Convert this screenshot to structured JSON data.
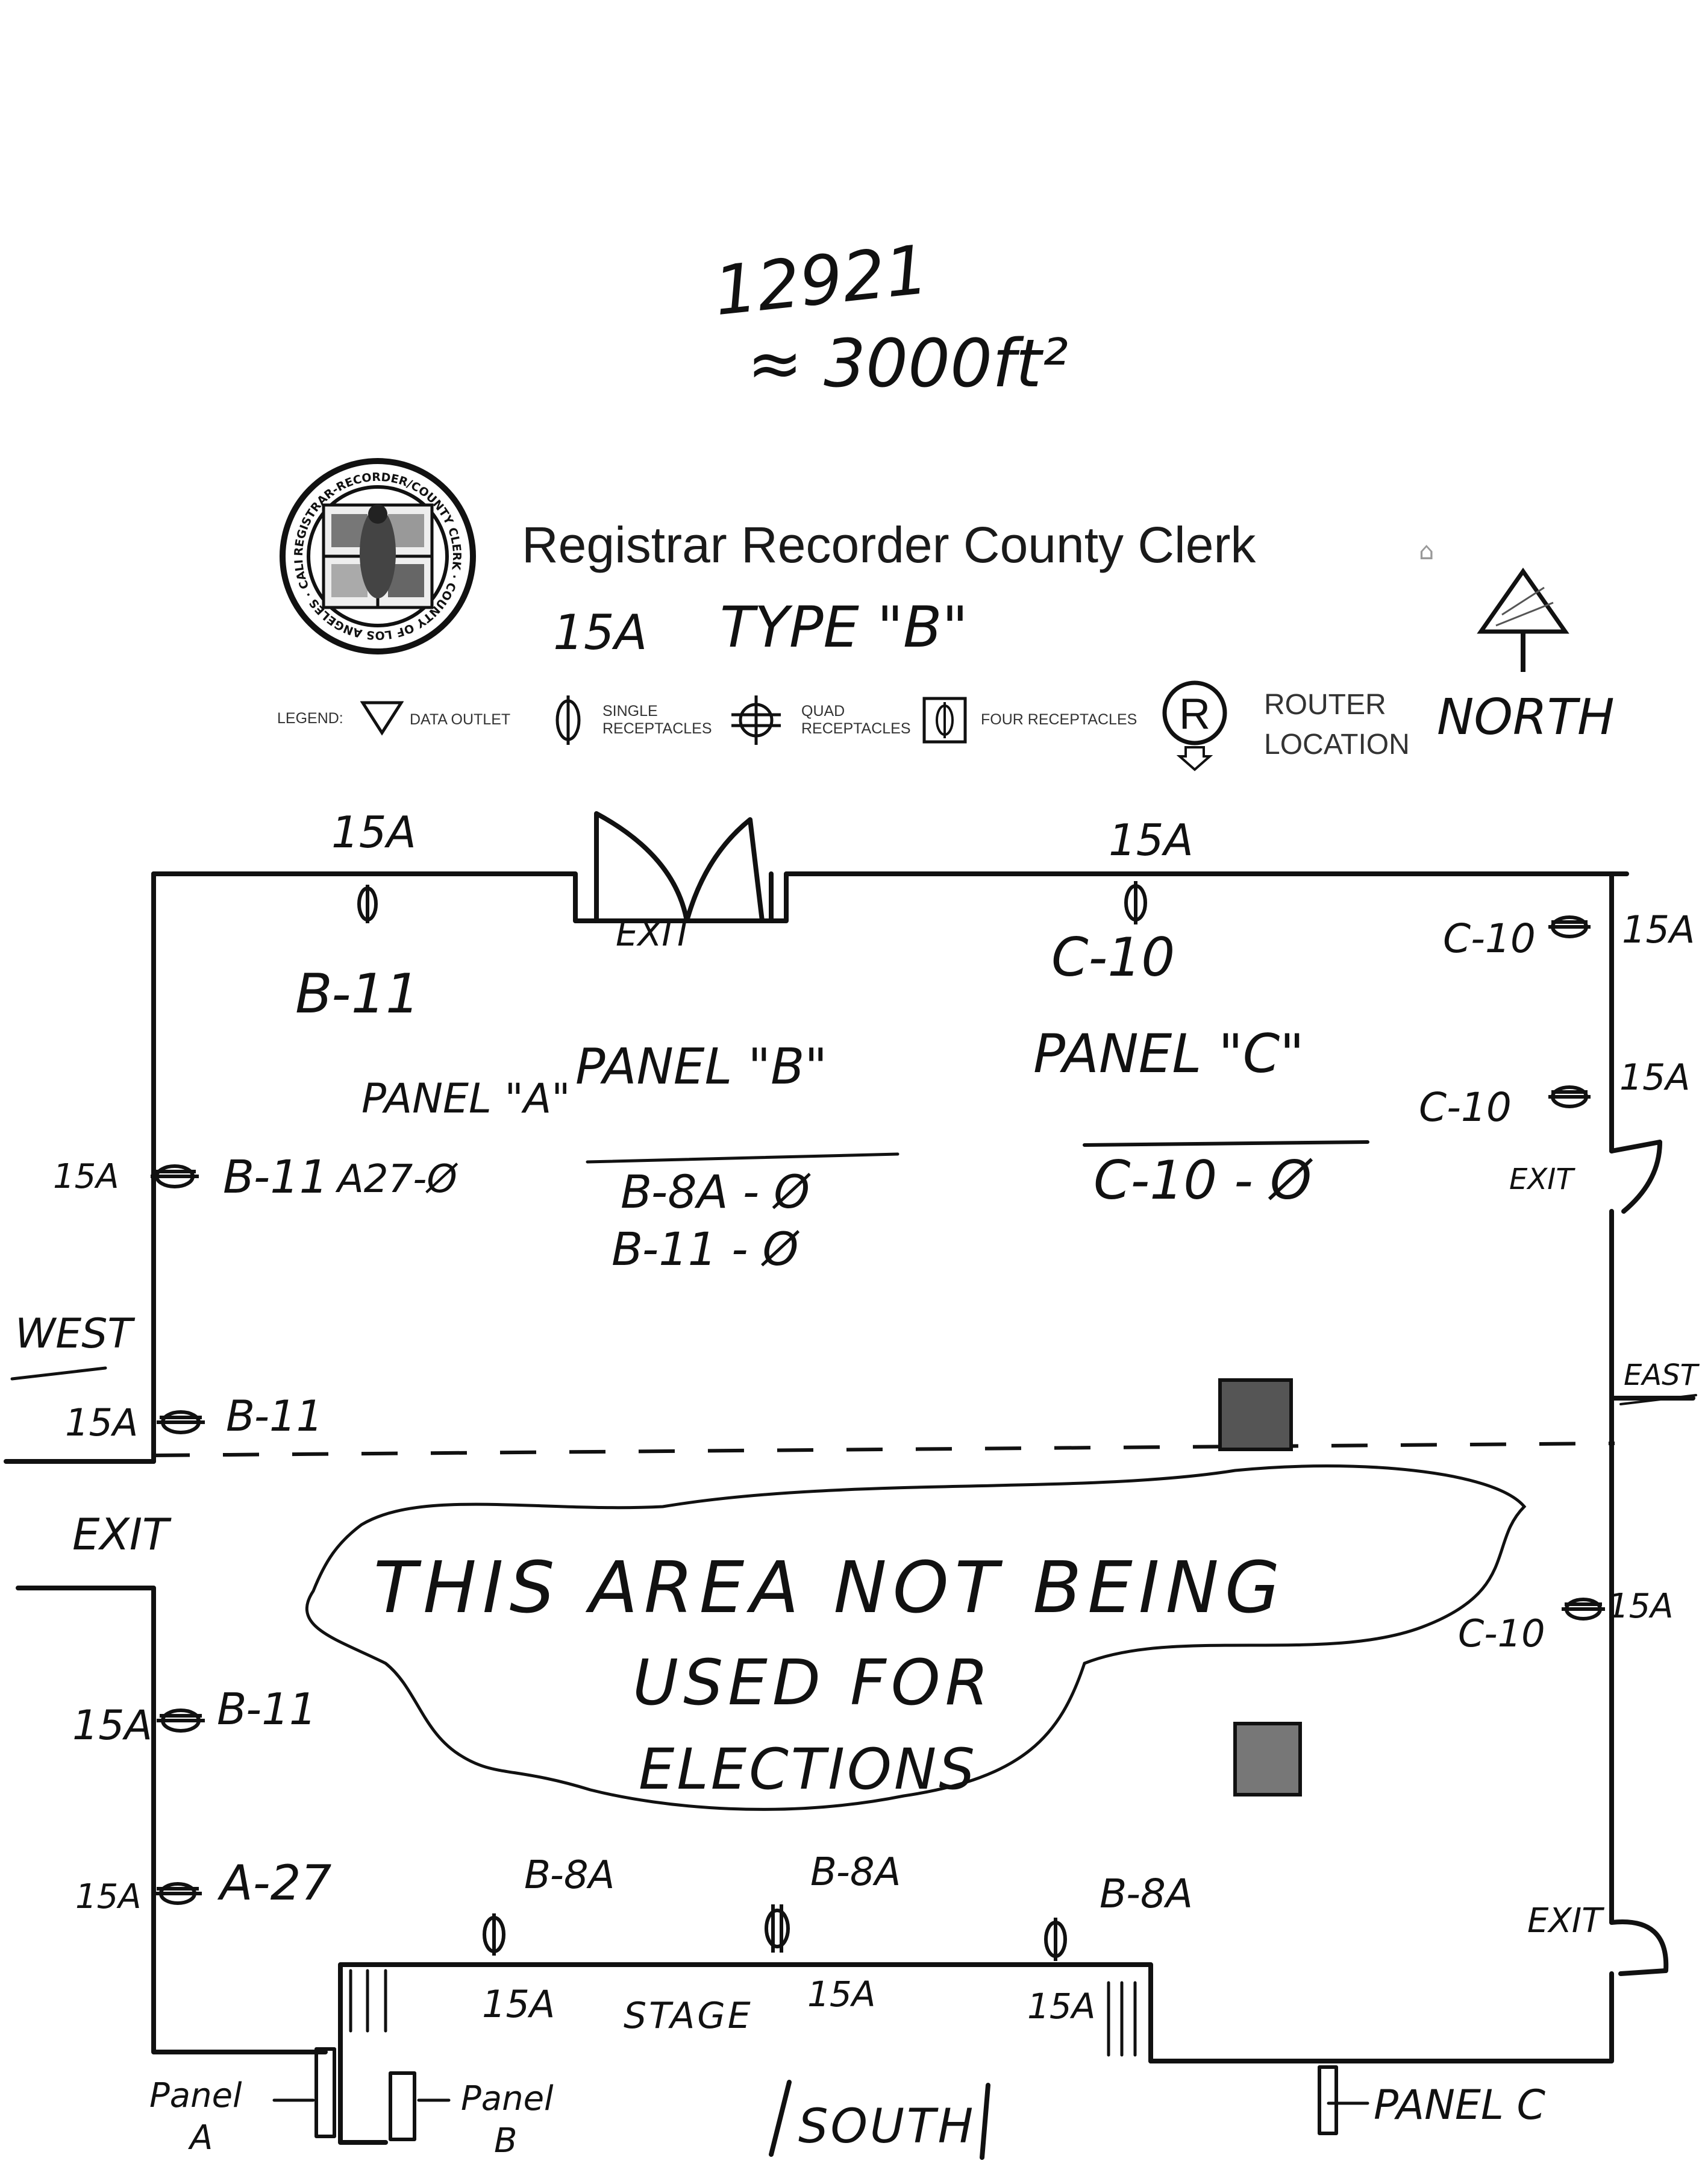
{
  "header": {
    "job_number": "12921",
    "area_note": "≈ 3000ft²",
    "org_title": "Registrar Recorder County Clerk",
    "seal_text": "REGISTRAR-RECORDER/COUNTY CLERK · COUNTY OF LOS ANGELES · CALIFORNIA",
    "amp_label": "15A",
    "type_label": "TYPE \"B\""
  },
  "legend": {
    "title": "LEGEND:",
    "items": [
      {
        "label": "DATA OUTLET",
        "icon": "data-outlet-triangle"
      },
      {
        "label": "SINGLE RECEPTACLES",
        "icon": "single-receptacle"
      },
      {
        "label": "QUAD RECEPTACLES",
        "icon": "quad-receptacle"
      },
      {
        "label": "FOUR RECEPTACLES",
        "icon": "four-receptacle-box"
      }
    ],
    "router": {
      "symbol": "R",
      "label_line1": "ROUTER",
      "label_line2": "LOCATION"
    },
    "north_label": "NORTH"
  },
  "panels": {
    "a_title": "PANEL \"A\"",
    "b_title": "PANEL \"B\"",
    "c_title": "PANEL \"C\"",
    "a_circuit": "A27-Ø",
    "b_circuits": [
      "B-8A - Ø",
      "B-11 - Ø"
    ],
    "c_circuit": "C-10 - Ø"
  },
  "walls": {
    "west": "WEST",
    "east": "EAST",
    "south": "SOUTH",
    "stage": "STAGE",
    "exit": "EXIT"
  },
  "outlets": {
    "top_left_amp": "15A",
    "top_left_circuit": "B-11",
    "top_mid_amp": "15A",
    "top_mid_circuit": "C-10",
    "right_top_circuit": "C-10",
    "right_top_amp": "15A",
    "right_mid_circuit": "C-10",
    "right_mid_amp": "15A",
    "right_low_circuit": "C-10",
    "right_low_amp": "15A",
    "left1_amp": "15A",
    "left1_circuit": "B-11",
    "left2_amp": "15A",
    "left2_circuit": "B-11",
    "left3_amp": "15A",
    "left3_circuit": "B-11",
    "left4_amp": "15A",
    "left4_circuit": "A-27",
    "bottom1_circuit": "B-8A",
    "bottom1_amp": "15A",
    "bottom2_circuit": "B-8A",
    "bottom2_amp": "15A",
    "bottom3_circuit": "B-8A",
    "bottom3_amp": "15A"
  },
  "notes": {
    "unused_area_line1": "THIS AREA NOT BEING",
    "unused_area_line2": "USED FOR",
    "unused_area_line3": "ELECTIONS"
  },
  "panel_locations": {
    "panel_a_line1": "Panel",
    "panel_a_line2": "A",
    "panel_b_line1": "Panel",
    "panel_b_line2": "B",
    "panel_c": "PANEL C"
  }
}
